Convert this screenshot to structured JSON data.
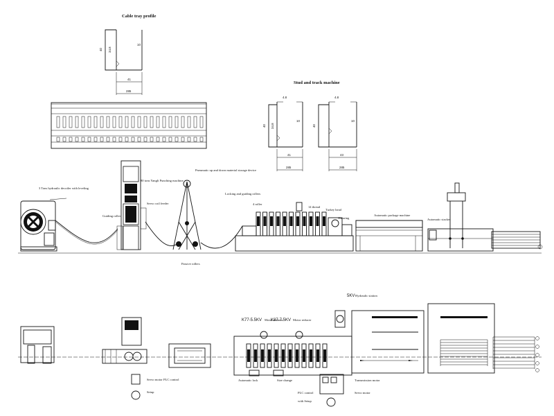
{
  "titles": {
    "cable_tray": "Cable tray profile",
    "stud_track": "Stud and track machine"
  },
  "profiles": {
    "cable_tray": {
      "height": "40",
      "inner": "34.8",
      "lip": "10",
      "web": "41",
      "overall": "285"
    },
    "stud_left": {
      "top": "4.8",
      "height": "40",
      "inner": "34.8",
      "lip": "10",
      "web": "41",
      "overall": "285"
    },
    "stud_right": {
      "top": "4.8",
      "height": "40",
      "lip": "10",
      "web": "43",
      "overall": "285"
    }
  },
  "elevation_labels": {
    "decoiler": "3 Tons hydraulic decoiler with leveling",
    "punching": "80 tons Yangli Punching machine",
    "guiding": "Guiding roller",
    "feeder": "Servo coil feeder",
    "storage": "Pneumatic up and down material storage device",
    "passive": "Passive rollers",
    "locking": "Locking and guiding rollers",
    "roller4": "4 roller",
    "fourteen": "14 thread",
    "turkey": "Turkey head",
    "shearing": "Shearing",
    "package": "Automatic package machine",
    "stacker": "Automatic stacker"
  },
  "plan_labels": {
    "motor1": "K77-5.5KV",
    "motor1_sub": "Motor reducer",
    "motor2": "K87-7.5KV",
    "motor2_sub": "Motor reducer",
    "hydraulic": "5KV",
    "hydraulic_sub": "Hydraulic station",
    "servo": "Servo motor PLC control",
    "servo_sub": "Setup",
    "auto_lock": "Automatic lock",
    "size_change": "Size change",
    "plc": "PLC control",
    "plc_sub": "with Setup",
    "transmission": "Transmission motor",
    "servo_motor": "Servo motor"
  }
}
